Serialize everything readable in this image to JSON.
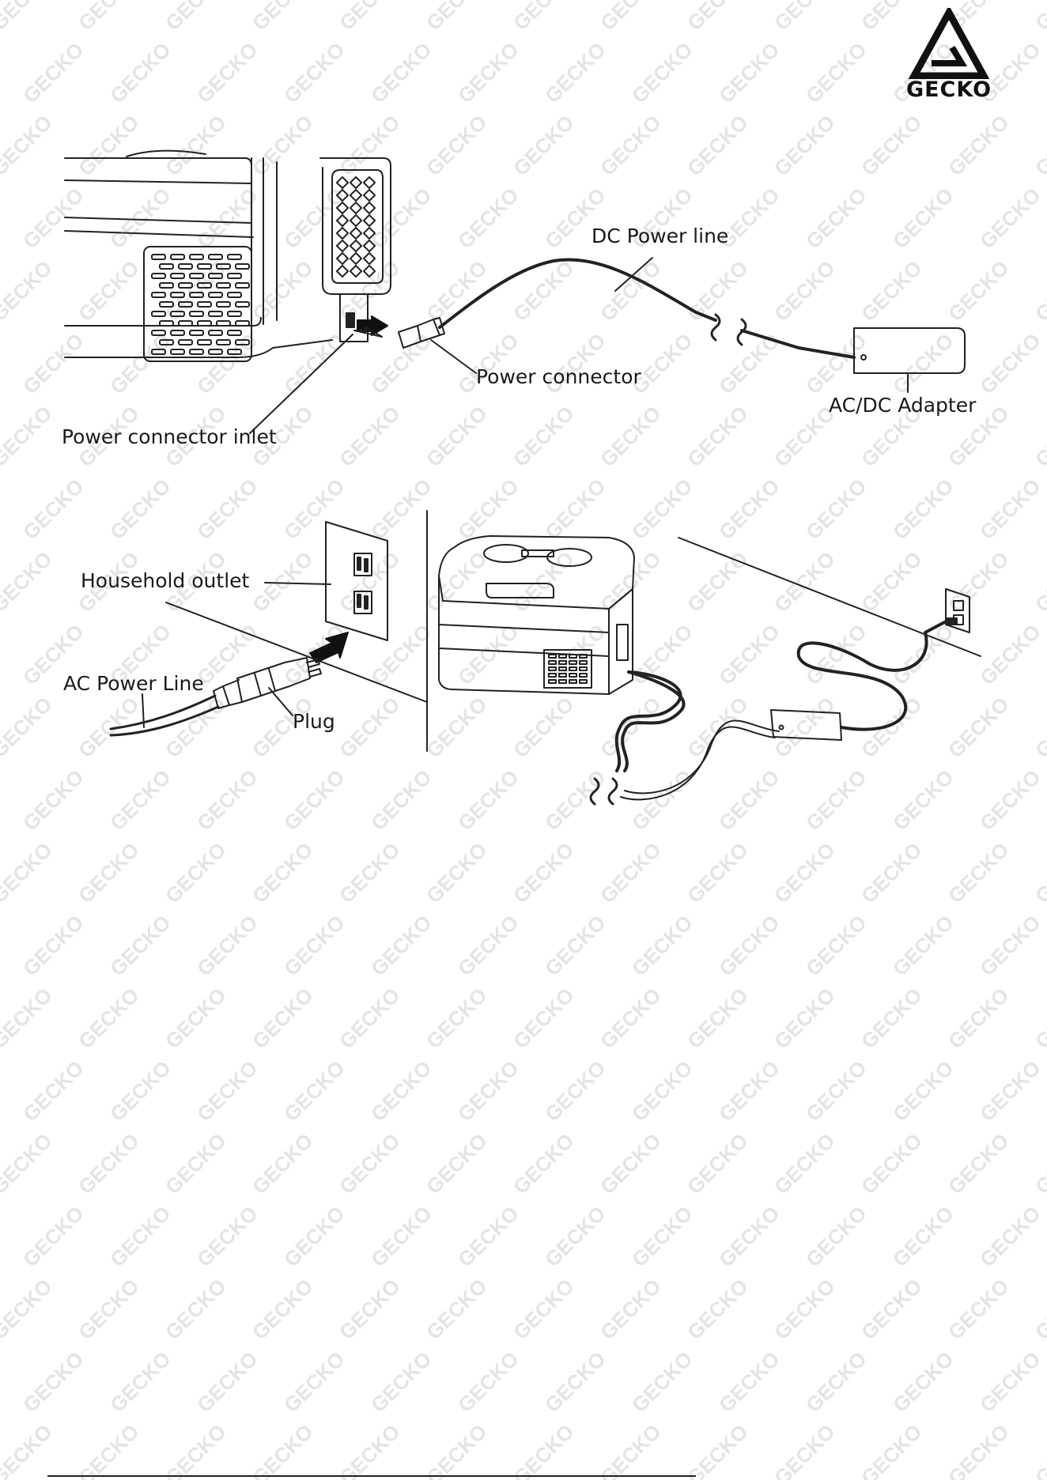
{
  "brand": {
    "name": "GECKO"
  },
  "top_diagram": {
    "dc_power_line": "DC Power line",
    "power_connector": "Power connector",
    "ac_dc_adapter": "AC/DC Adapter",
    "power_connector_inlet": "Power connector inlet"
  },
  "bottom_diagram": {
    "household_outlet": "Household outlet",
    "ac_power_line": "AC Power Line",
    "plug": "Plug"
  },
  "watermark": {
    "text": "GECKO"
  }
}
